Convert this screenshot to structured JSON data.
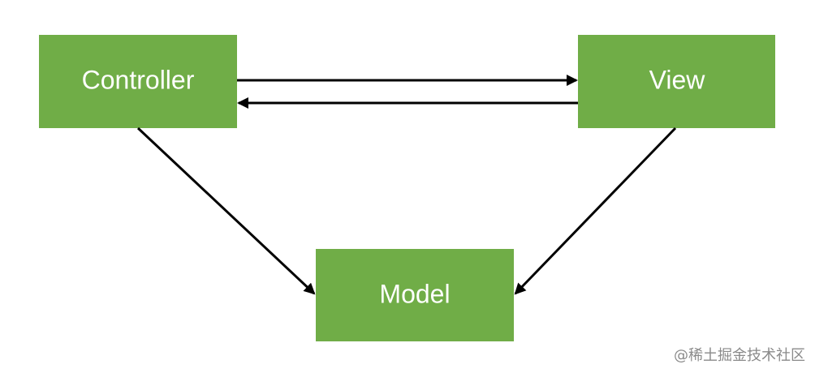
{
  "nodes": {
    "controller": {
      "label": "Controller"
    },
    "view": {
      "label": "View"
    },
    "model": {
      "label": "Model"
    }
  },
  "edges": [
    {
      "from": "controller",
      "to": "view"
    },
    {
      "from": "view",
      "to": "controller"
    },
    {
      "from": "controller",
      "to": "model"
    },
    {
      "from": "view",
      "to": "model"
    }
  ],
  "colors": {
    "node_fill": "#70ad47",
    "node_text": "#ffffff",
    "edge": "#000000",
    "watermark": "#8a8a8a"
  },
  "watermark": "@稀土掘金技术社区"
}
